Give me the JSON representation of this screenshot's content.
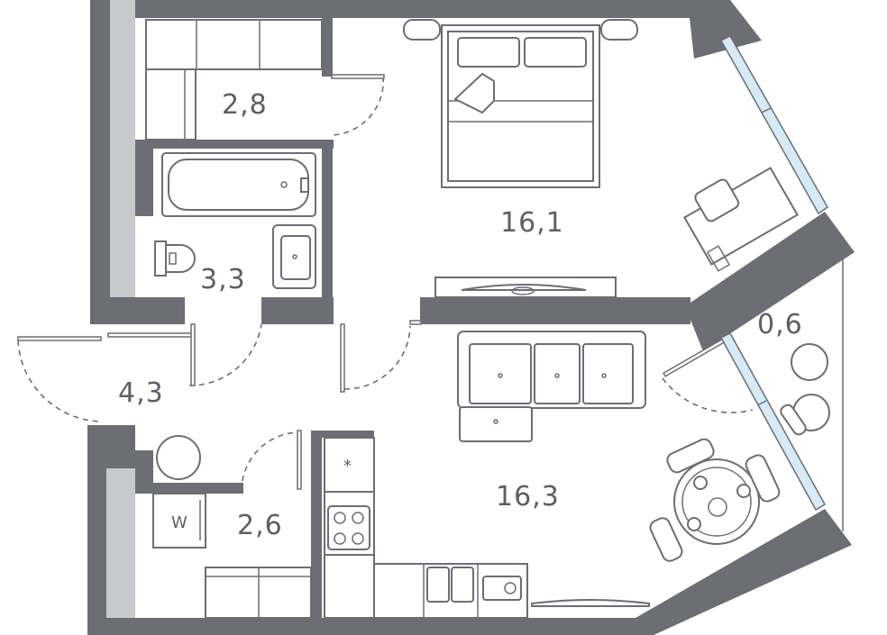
{
  "rooms": {
    "wardrobe": "2,8",
    "bedroom": "16,1",
    "bathroom": "3,3",
    "hallway": "4,3",
    "balcony": "0,6",
    "laundry": "2,6",
    "living_kitchen": "16,3"
  },
  "appliance_labels": {
    "washer": "W",
    "fridge": "*"
  },
  "colors": {
    "wall": "#6c6d75",
    "light_wall": "#c8c9cc",
    "glass": "#d6ebf5",
    "text": "#5d5e66"
  }
}
